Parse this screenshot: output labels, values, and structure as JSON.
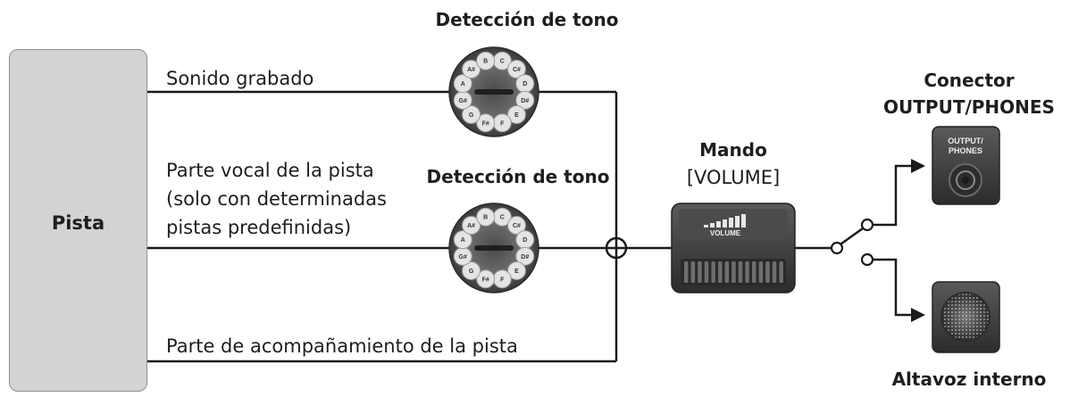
{
  "source": {
    "label": "Pista"
  },
  "signals": {
    "recorded": "Sonido grabado",
    "vocal_line1": "Parte vocal de la pista",
    "vocal_line2": "(solo con determinadas",
    "vocal_line3": "pistas predefinidas)",
    "accompaniment": "Parte de acompañamiento de la pista"
  },
  "pitch_detection": {
    "top_title": "Detección de tono",
    "middle_title": "Detección de tono",
    "notes": [
      "C",
      "C#",
      "D",
      "D#",
      "E",
      "F",
      "F#",
      "G",
      "G#",
      "A",
      "A#",
      "B"
    ]
  },
  "volume_knob": {
    "title_line1": "Mando",
    "title_line2": "[VOLUME]",
    "panel_text": "VOLUME"
  },
  "output_jack": {
    "title_line1": "Conector",
    "title_line2": "OUTPUT/PHONES",
    "panel_line1": "OUTPUT/",
    "panel_line2": "PHONES"
  },
  "speaker": {
    "label": "Altavoz interno"
  },
  "colors": {
    "line": "#1a1a1a",
    "box_fill": "#d3d3d3",
    "device_dark": "#3a3a3a"
  }
}
